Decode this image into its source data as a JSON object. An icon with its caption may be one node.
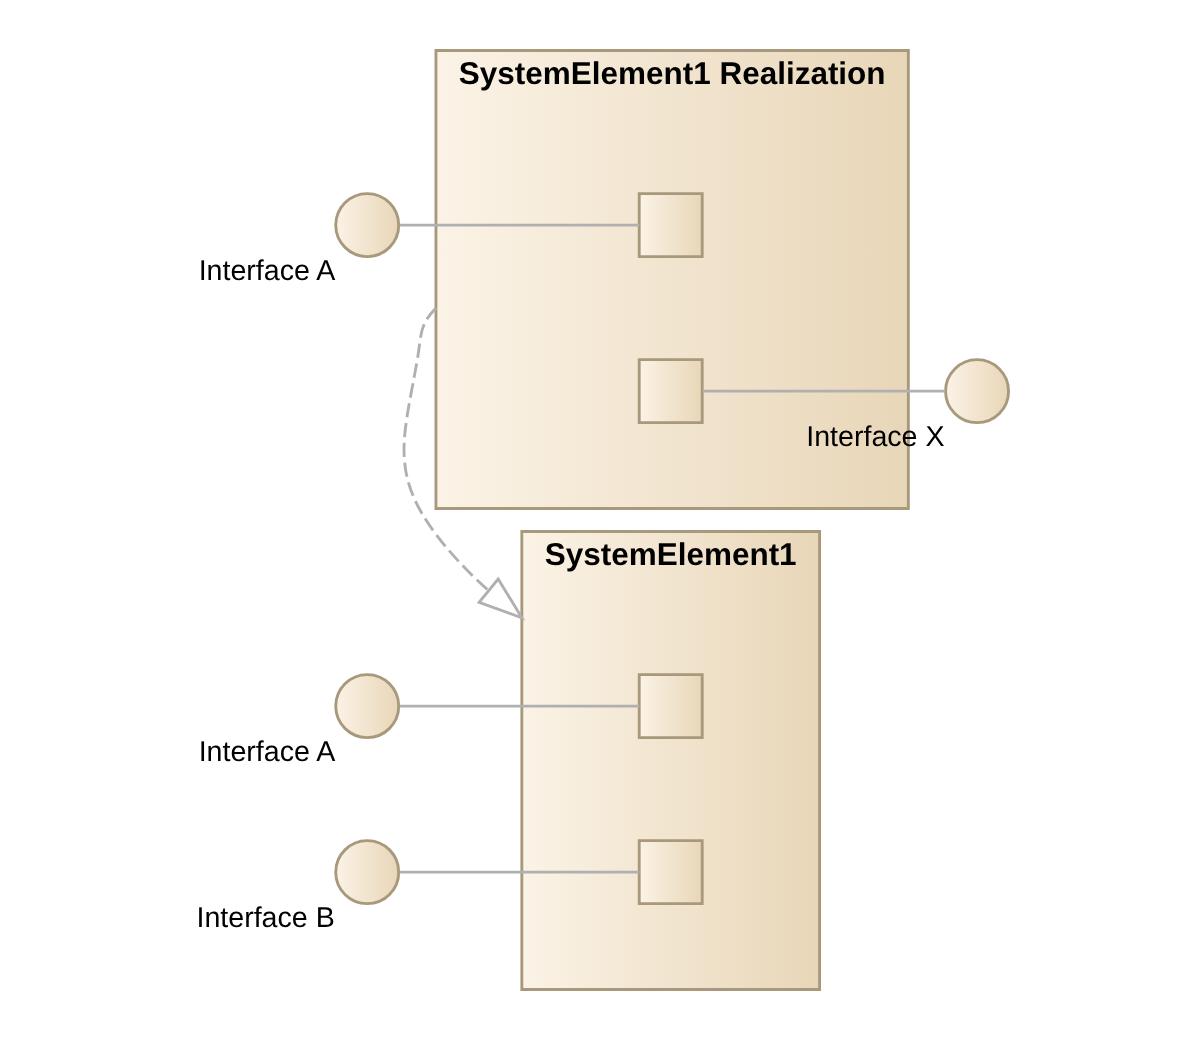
{
  "diagram": {
    "nodes": [
      {
        "text": [
          "SystemElement1"
        ]
      },
      {
        "text": [],
        "shape": "box",
        "in": 0
      },
      {
        "text": [],
        "shape": "box",
        "in": 0
      },
      {
        "text": [],
        "shape": "circle",
        "beside": [
          "Interface A"
        ]
      },
      {
        "text": [],
        "shape": "circle",
        "beside": [
          "Interface B"
        ]
      },
      {
        "text": [
          "SystemElement1 Realization"
        ]
      },
      {
        "text": [],
        "shape": "box",
        "in": 5
      },
      {
        "text": [],
        "shape": "box",
        "in": 5
      },
      {
        "text": [],
        "shape": "circle",
        "beside": [
          "Interface A"
        ]
      },
      {
        "text": [],
        "shape": "circle",
        "beside": [
          "Interface X"
        ]
      }
    ],
    "edges": [
      {
        "from": 3,
        "to": 1,
        "arrow": "none"
      },
      {
        "from": 4,
        "to": 2,
        "arrow": "none"
      },
      {
        "from": 5,
        "to": 0,
        "arrow": "to",
        "style": "dashed"
      },
      {
        "from": 8,
        "to": 6,
        "arrow": "none"
      },
      {
        "from": 7,
        "to": 9,
        "arrow": "none"
      }
    ]
  }
}
